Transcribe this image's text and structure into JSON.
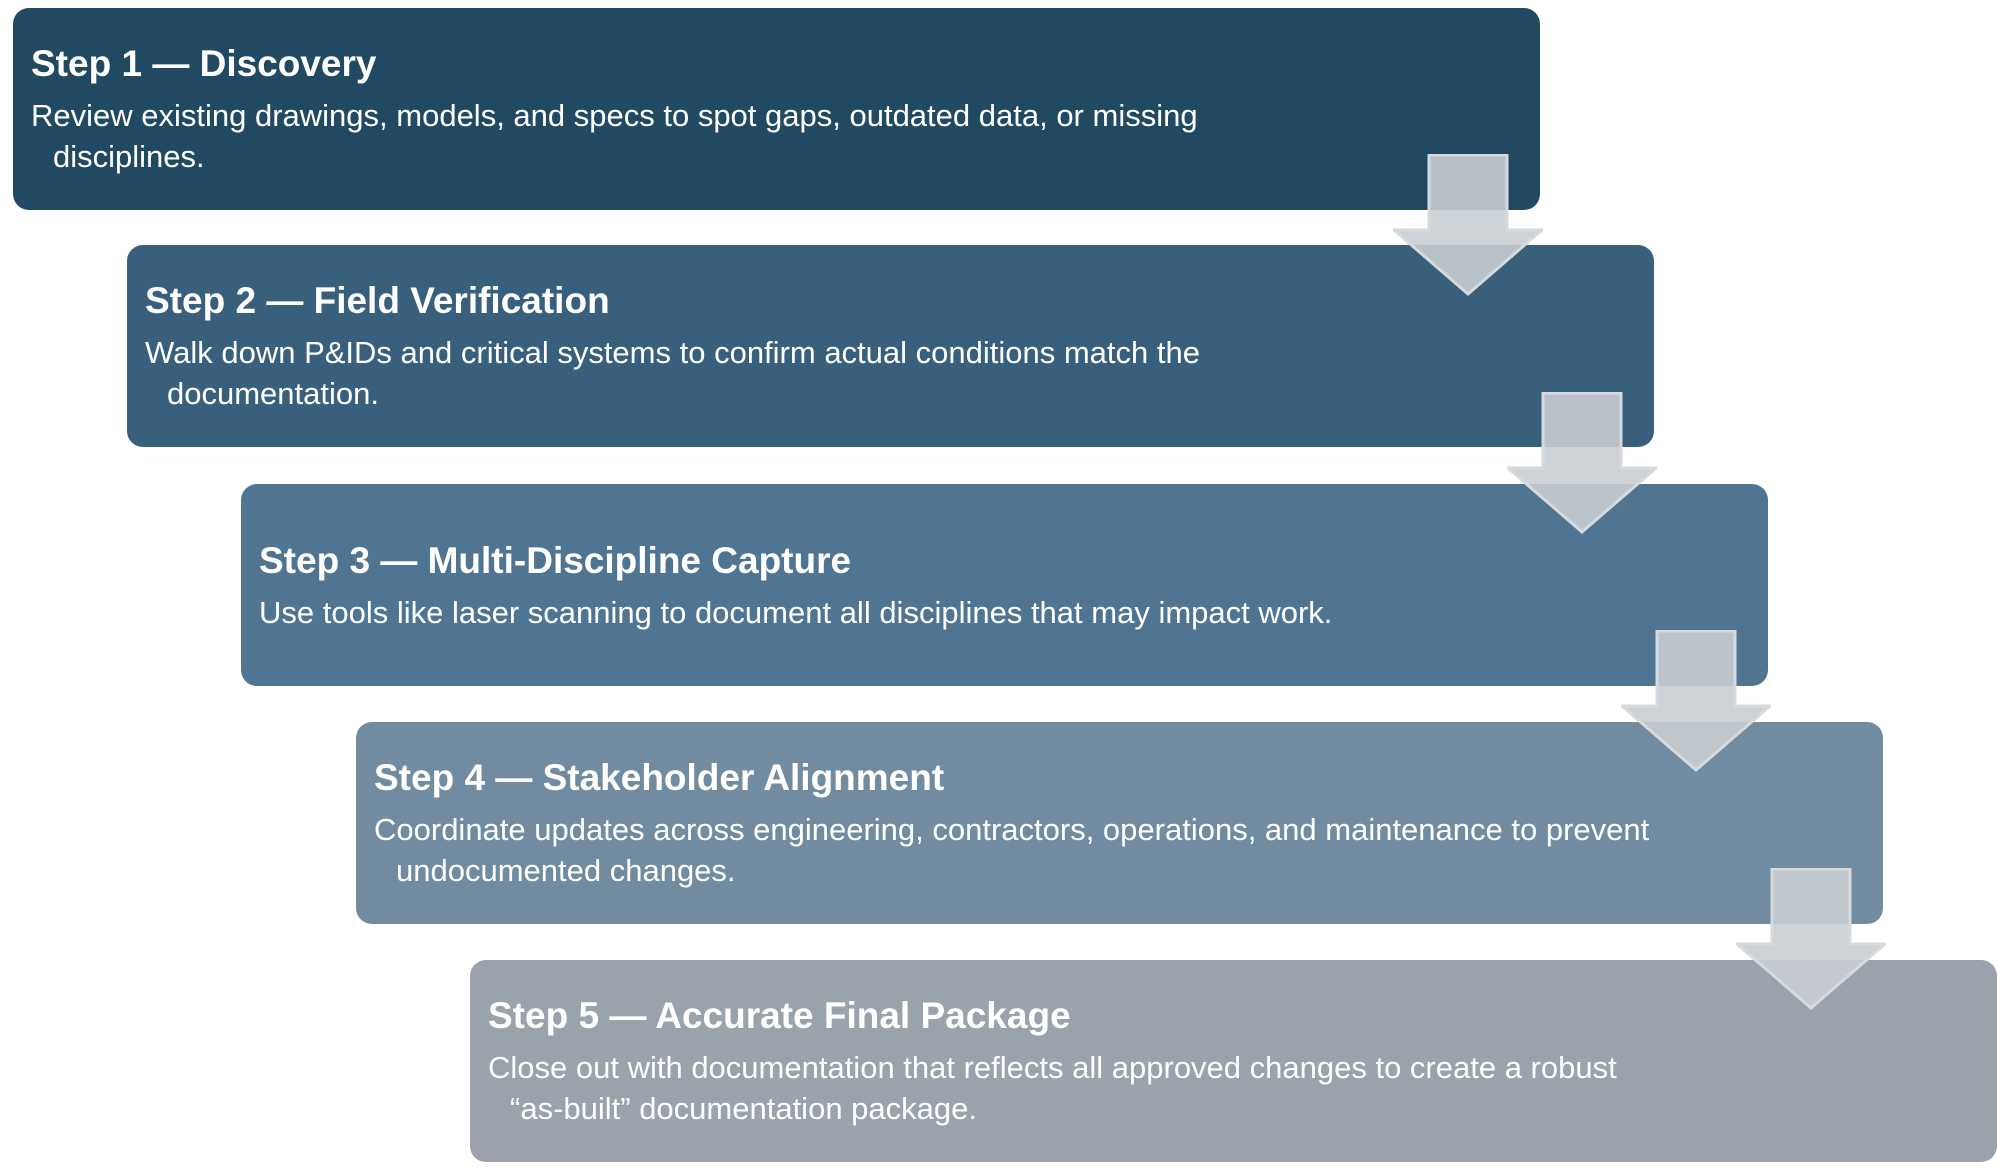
{
  "steps": [
    {
      "title": "Step 1 — Discovery",
      "description": "Review existing drawings, models, and specs to spot gaps, outdated data, or missing disciplines.",
      "color": "#214a62"
    },
    {
      "title": "Step 2 — Field Verification",
      "description": "Walk down P&IDs and critical systems to confirm actual conditions match the documentation.",
      "color": "#38607d"
    },
    {
      "title": "Step 3 — Multi-Discipline Capture",
      "description": "Use tools like laser scanning to document all disciplines that may impact work.",
      "color": "#4f7592"
    },
    {
      "title": "Step 4 — Stakeholder Alignment",
      "description": "Coordinate updates across engineering, contractors, operations, and maintenance to prevent undocumented changes.",
      "color": "#718ca0"
    },
    {
      "title": "Step 5 — Accurate Final Package",
      "description": "Close out with documentation that reflects all approved changes to create a robust “as-built” documentation package.",
      "color": "#9aa2ac"
    }
  ],
  "arrow_color": "#c8cdd2"
}
